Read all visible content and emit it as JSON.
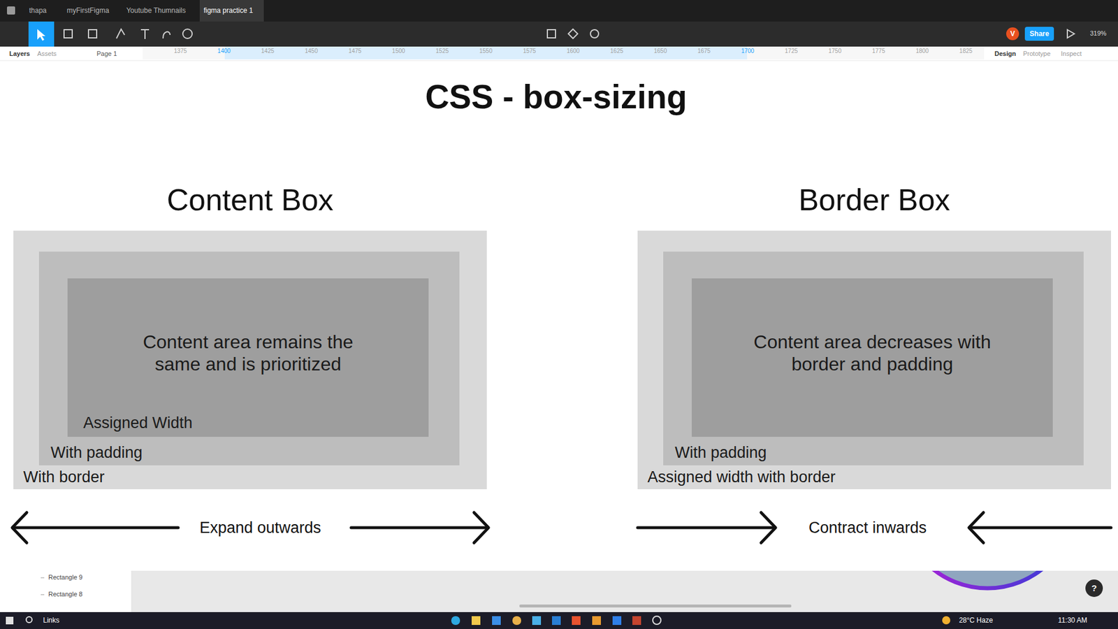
{
  "diagram": {
    "title": "CSS - box-sizing",
    "nodes": [
      {
        "text": [
          "Content Box",
          "With border"
        ]
      },
      {
        "text": [
          "With padding"
        ],
        "in": 0
      },
      {
        "text": [
          "Content area remains the same and is prioritized",
          "Assigned Width"
        ],
        "in": 1
      },
      {
        "text": [
          "Border Box",
          "Assigned width with border"
        ]
      },
      {
        "text": [
          "With padding"
        ],
        "in": 3
      },
      {
        "text": [
          "Content area decreases with border and padding"
        ],
        "in": 4
      }
    ],
    "labels": [
      "Expand outwards",
      "Contract inwards",
      "thapa",
      "myFirstFigma",
      "Youtube Thumnails",
      "figma practice 1",
      "Share",
      "319%",
      "V",
      "Layers",
      "Assets",
      "Page 1",
      "Design",
      "Prototype",
      "Inspect",
      "1375",
      "1400",
      "1425",
      "1450",
      "1475",
      "1500",
      "1525",
      "1550",
      "1575",
      "1600",
      "1625",
      "1650",
      "1675",
      "1700",
      "1725",
      "1750",
      "1775",
      "1800",
      "1825",
      "Rectangle 9",
      "Rectangle 8",
      "?",
      "Links",
      "28°C Haze",
      "11:30 AM"
    ]
  }
}
